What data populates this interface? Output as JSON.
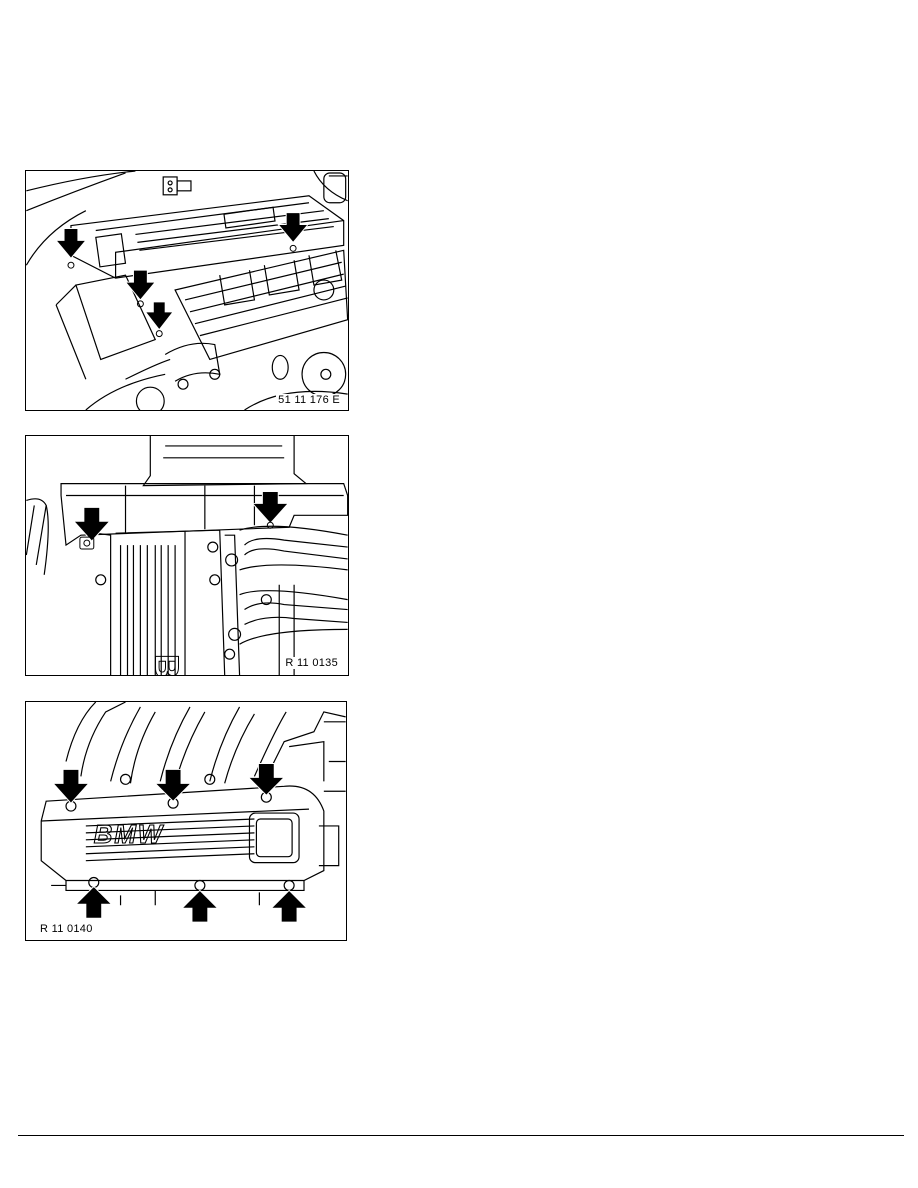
{
  "figures": [
    {
      "id": "fig1",
      "code": "51 11 176 E",
      "arrow_count": 4
    },
    {
      "id": "fig2",
      "code": "R 11 0135",
      "arrow_count": 2
    },
    {
      "id": "fig3",
      "code": "R 11 0140",
      "arrow_count": 6
    }
  ],
  "logo_text": "BMW",
  "colors": {
    "line": "#000000",
    "background": "#ffffff"
  }
}
